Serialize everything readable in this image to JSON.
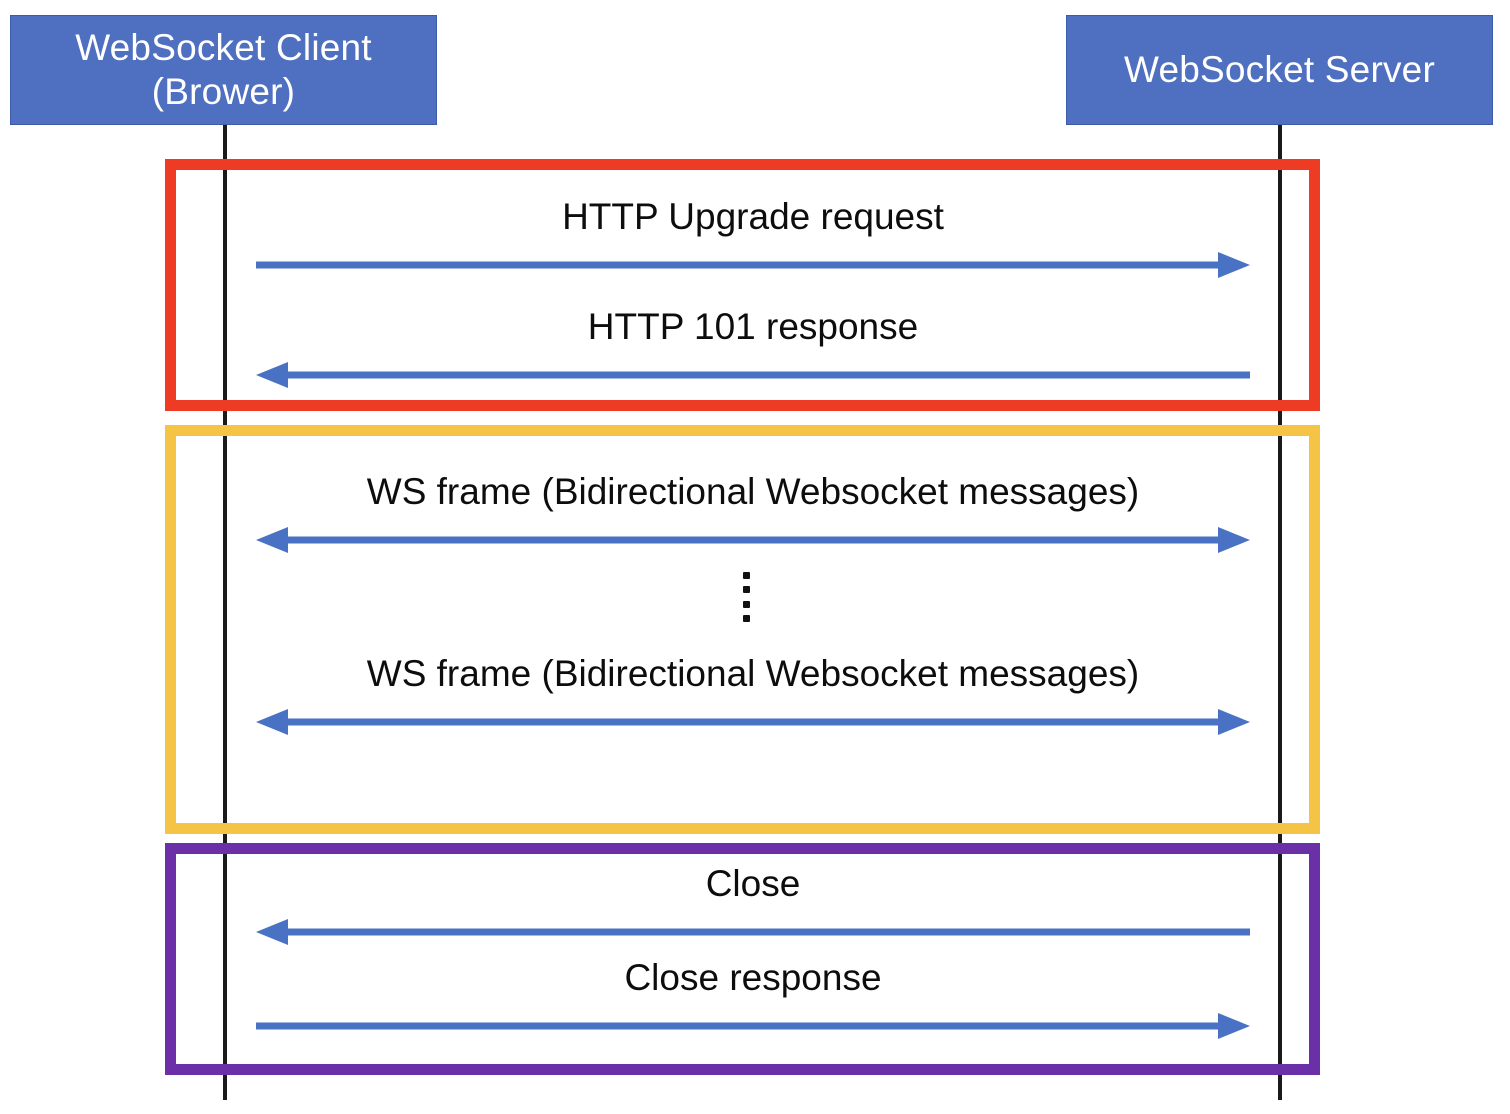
{
  "diagram": {
    "title": "WebSocket protocol sequence diagram",
    "background_color": "#FFFFFF"
  },
  "participants": {
    "client": {
      "name": "websocket-client",
      "line1": "WebSocket Client",
      "line2": "(Brower)",
      "color": "#4F6FC0"
    },
    "server": {
      "name": "websocket-server",
      "line1": "WebSocket Server",
      "line2": "",
      "color": "#4F6FC0"
    }
  },
  "phases": [
    {
      "id": "handshake",
      "border_color": "#EE3B24"
    },
    {
      "id": "data",
      "border_color": "#F6C445"
    },
    {
      "id": "close",
      "border_color": "#6B2FA8"
    }
  ],
  "messages": [
    {
      "id": "upgrade-request",
      "label": "HTTP Upgrade request",
      "direction": "right",
      "phase": "handshake",
      "color": "#4A72C4"
    },
    {
      "id": "101-response",
      "label": "HTTP 101 response",
      "direction": "left",
      "phase": "handshake",
      "color": "#4A72C4"
    },
    {
      "id": "ws-frame-1",
      "label": "WS frame (Bidirectional Websocket messages)",
      "direction": "both",
      "phase": "data",
      "color": "#4A72C4"
    },
    {
      "id": "ws-frame-2",
      "label": "WS frame (Bidirectional Websocket messages)",
      "direction": "both",
      "phase": "data",
      "color": "#4A72C4"
    },
    {
      "id": "close",
      "label": "Close",
      "direction": "left",
      "phase": "close",
      "color": "#4A72C4"
    },
    {
      "id": "close-response",
      "label": "Close response",
      "direction": "right",
      "phase": "close",
      "color": "#4A72C4"
    }
  ],
  "continuation": {
    "symbol": "vertical-ellipsis",
    "dot_count": 4,
    "color": "#111111"
  }
}
